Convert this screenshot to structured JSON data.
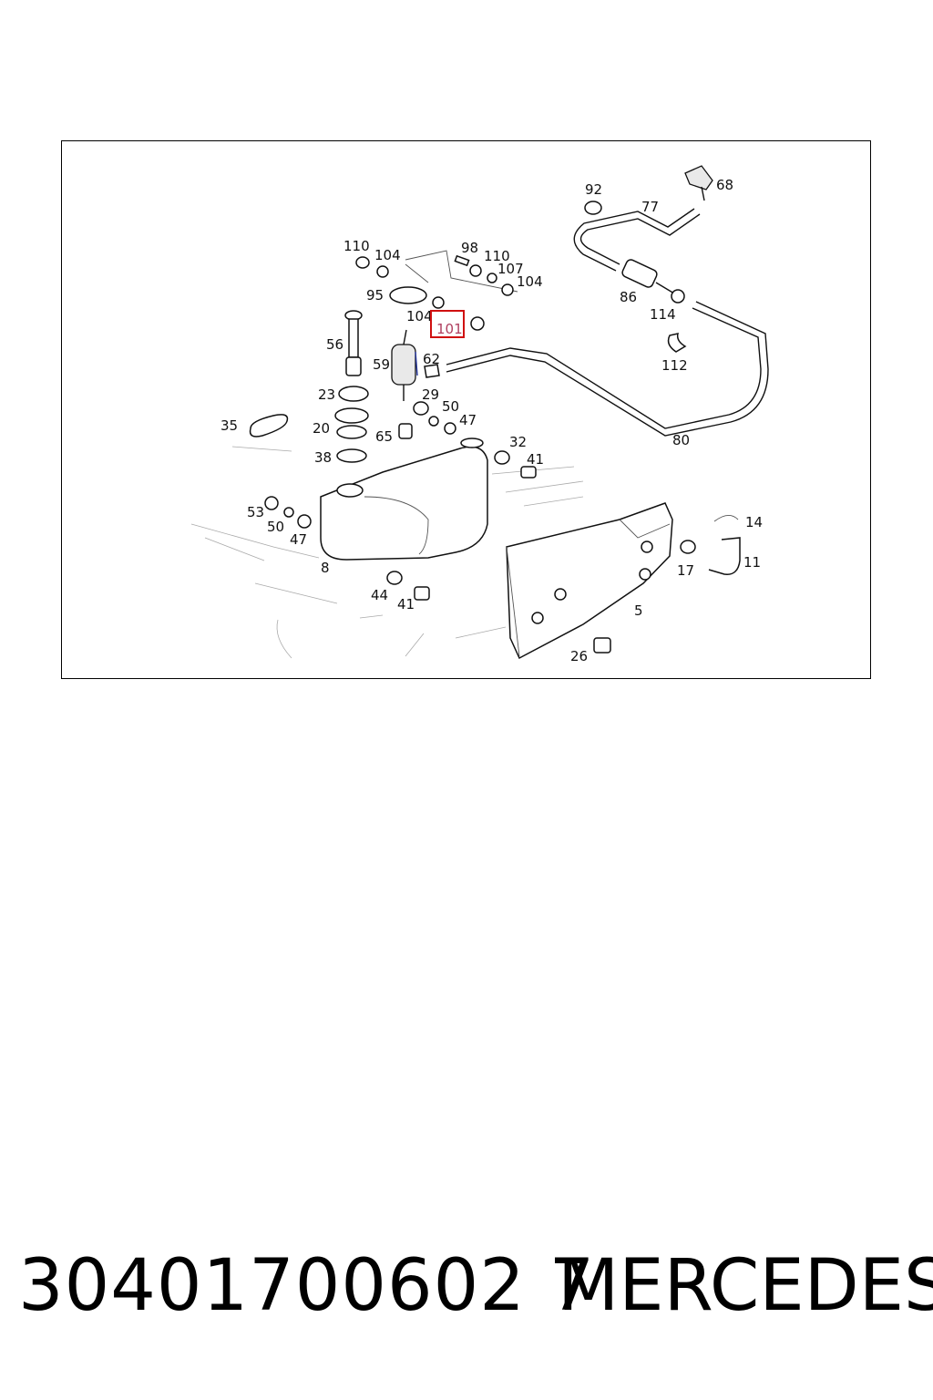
{
  "diagram": {
    "highlight_label": "101",
    "highlight_color": "#d01010",
    "callouts": [
      "92",
      "77",
      "68",
      "110",
      "104",
      "98",
      "110",
      "107",
      "104",
      "95",
      "86",
      "114",
      "104",
      "56",
      "59",
      "62",
      "112",
      "23",
      "29",
      "50",
      "35",
      "47",
      "20",
      "65",
      "80",
      "32",
      "38",
      "41",
      "14",
      "53",
      "50",
      "47",
      "17",
      "11",
      "8",
      "44",
      "41",
      "5",
      "26"
    ]
  },
  "footer": {
    "part_number": "30401700602 7",
    "brand": "MERCEDES"
  }
}
